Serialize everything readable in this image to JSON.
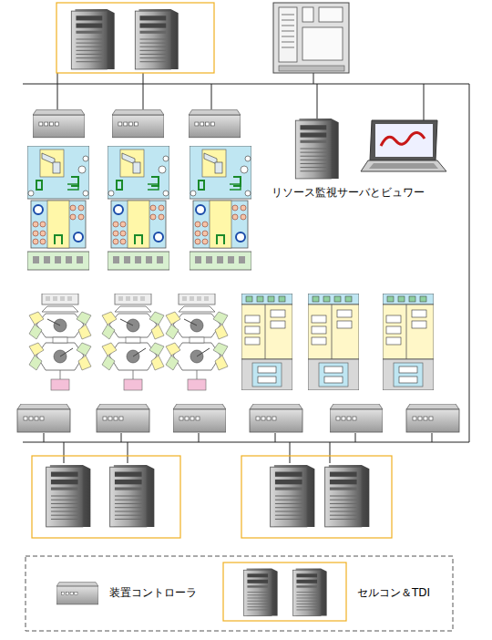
{
  "diagram": {
    "labels": [
      "リソース監視サーバとビュワー"
    ],
    "legend": [
      {
        "text": "装置コントローラ"
      },
      {
        "text": "セルコン＆TDI"
      }
    ]
  }
}
